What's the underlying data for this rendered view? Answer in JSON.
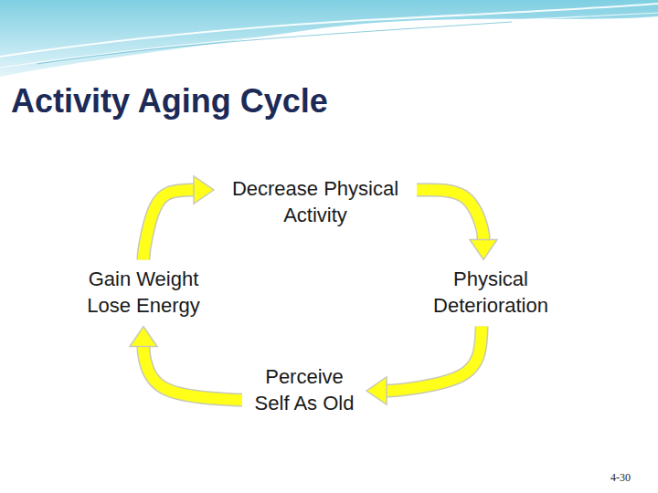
{
  "diagram": {
    "title": "Activity Aging Cycle",
    "nodes": [
      {
        "text": [
          "Decrease Physical Activity"
        ]
      },
      {
        "text": [
          "Gain Weight Lose Energy"
        ]
      },
      {
        "text": [
          "Physical Deterioration"
        ]
      },
      {
        "text": [
          "Perceive Self As Old"
        ]
      }
    ],
    "edges": [
      {
        "from": 0,
        "to": 2,
        "arrow": "to"
      },
      {
        "from": 2,
        "to": 3,
        "arrow": "to"
      },
      {
        "from": 3,
        "to": 1,
        "arrow": "to"
      },
      {
        "from": 1,
        "to": 0,
        "arrow": "to"
      }
    ],
    "labels": [
      "4-30"
    ]
  }
}
